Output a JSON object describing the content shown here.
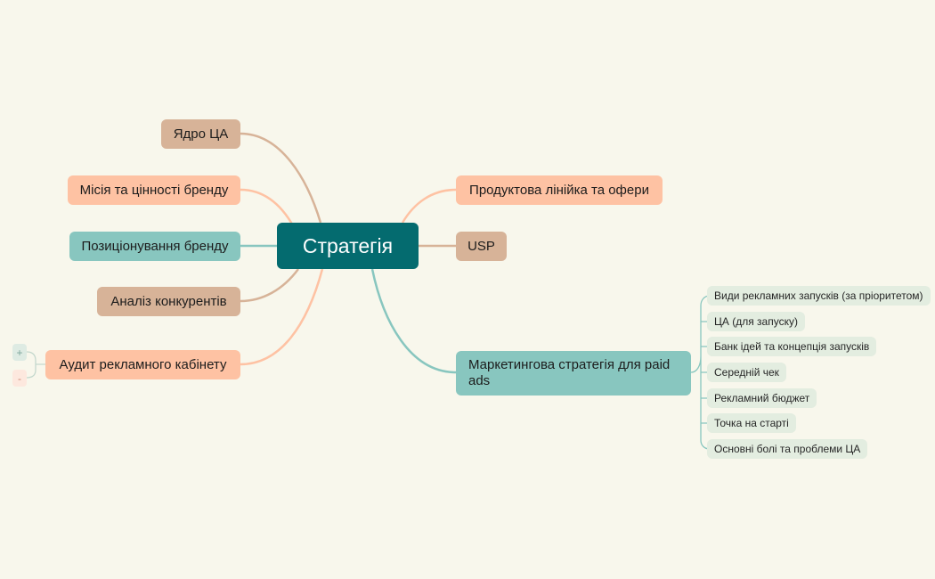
{
  "root": {
    "label": "Стратегія",
    "color": "#046b6f"
  },
  "left_branches": [
    {
      "label": "Ядро ЦА",
      "color": "#d7b398"
    },
    {
      "label": "Місія та цінності бренду",
      "color": "#fec2a3"
    },
    {
      "label": "Позиціонування бренду",
      "color": "#88c6bf"
    },
    {
      "label": "Аналіз конкурентів",
      "color": "#d7b398"
    },
    {
      "label": "Аудит рекламного кабінету",
      "color": "#fec2a3"
    }
  ],
  "right_branches": [
    {
      "label": "Продуктова лінійка та офери",
      "color": "#fec2a3"
    },
    {
      "label": "USP",
      "color": "#d7b398"
    },
    {
      "label": "Маркетингова стратегія для paid ads",
      "color": "#88c6bf"
    }
  ],
  "subtopics": [
    "Види рекламних запусків (за пріоритетом)",
    "ЦА (для запуску)",
    "Банк ідей та концепція запусків",
    "Середній чек",
    "Рекламний бюджет",
    "Точка на старті",
    "Основні болі та проблеми ЦА"
  ],
  "controls": {
    "expand": "+",
    "collapse": "-"
  },
  "colors": {
    "background": "#f8f7ec",
    "tan": "#d7b398",
    "peach": "#fec2a3",
    "teal": "#88c6bf",
    "leaf": "#e3ede0"
  }
}
